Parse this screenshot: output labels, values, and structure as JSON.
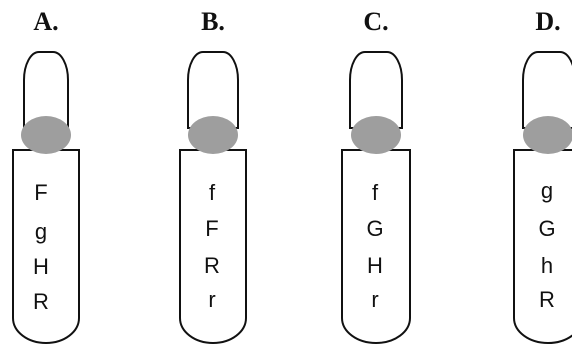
{
  "figure": {
    "options": [
      {
        "label": "A.",
        "genes": [
          "F",
          "g",
          "H",
          "R"
        ]
      },
      {
        "label": "B.",
        "genes": [
          "f",
          "F",
          "R",
          "r"
        ]
      },
      {
        "label": "C.",
        "genes": [
          "f",
          "G",
          "H",
          "r"
        ]
      },
      {
        "label": "D.",
        "genes": [
          "g",
          "G",
          "h",
          "R"
        ]
      }
    ],
    "colors": {
      "outline": "#111111",
      "centromere": "#9e9e9e",
      "background": "#ffffff"
    }
  }
}
